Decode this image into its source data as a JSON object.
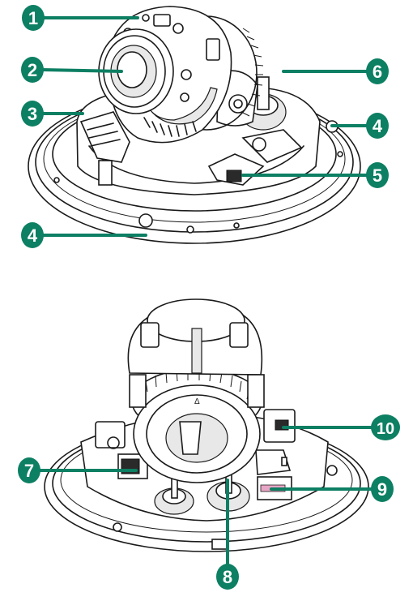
{
  "accent_color": "#0d7f63",
  "callouts": [
    {
      "id": "1",
      "label": "1"
    },
    {
      "id": "2",
      "label": "2"
    },
    {
      "id": "3",
      "label": "3"
    },
    {
      "id": "4a",
      "label": "4"
    },
    {
      "id": "4b",
      "label": "4"
    },
    {
      "id": "5",
      "label": "5"
    },
    {
      "id": "6",
      "label": "6"
    },
    {
      "id": "7",
      "label": "7"
    },
    {
      "id": "8",
      "label": "8"
    },
    {
      "id": "9",
      "label": "9"
    },
    {
      "id": "10",
      "label": "10"
    }
  ],
  "figure_marks": {
    "direction_arrow": "Δ"
  }
}
